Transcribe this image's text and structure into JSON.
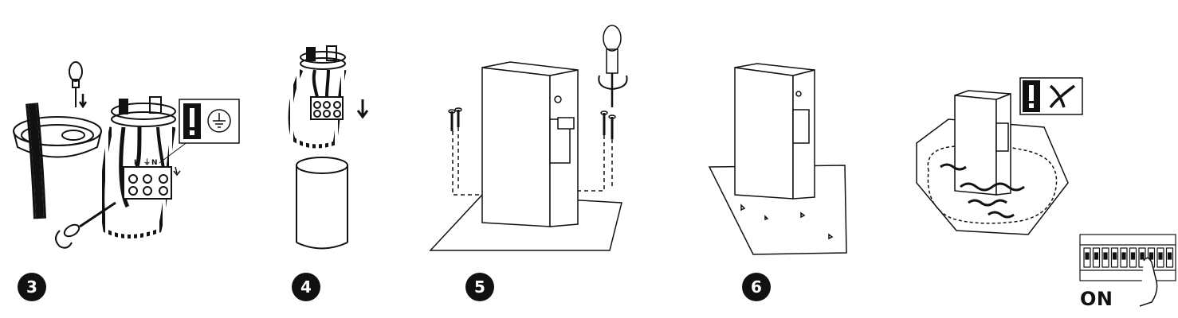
{
  "steps": [
    {
      "number": "3"
    },
    {
      "number": "4"
    },
    {
      "number": "5"
    },
    {
      "number": "6"
    }
  ],
  "wire_labels": {
    "live": "L",
    "earth": "⏚",
    "neutral": "N"
  },
  "breaker_label": "ON",
  "icons": {
    "warning": "exclamation-icon",
    "earth": "earth-ground-icon",
    "forbidden": "cross-icon"
  }
}
